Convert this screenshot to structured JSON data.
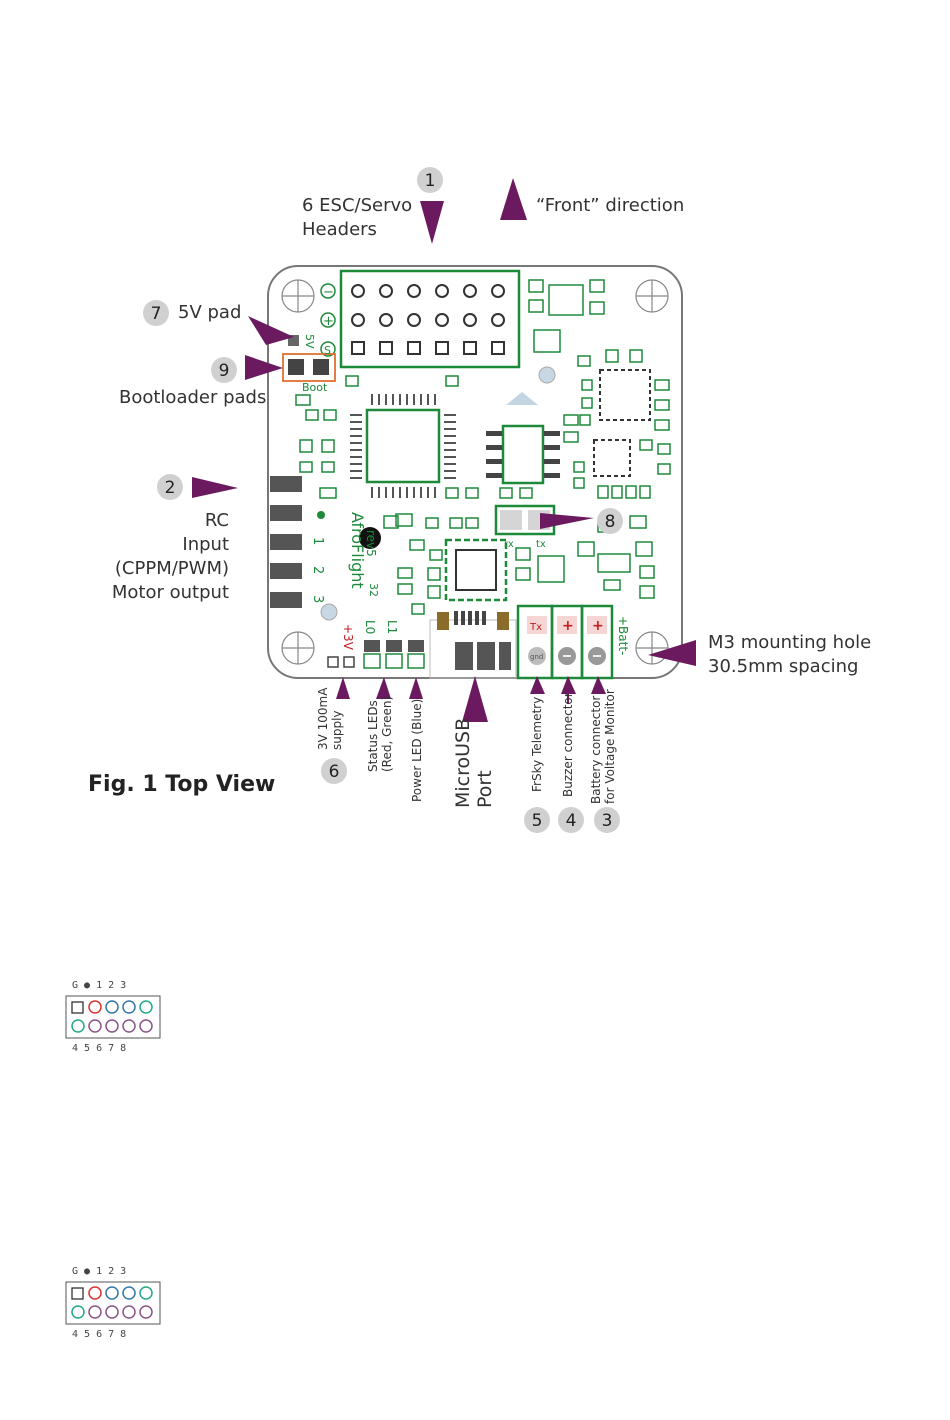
{
  "callouts": {
    "c1": {
      "number": "1",
      "label_line1": "6 ESC/Servo",
      "label_line2": "Headers"
    },
    "front": {
      "label": "“Front” direction"
    },
    "c7": {
      "number": "7",
      "label": "5V pad"
    },
    "c9": {
      "number": "9",
      "label": "Bootloader pads"
    },
    "c2": {
      "number": "2",
      "lines": [
        "RC",
        "Input",
        "(CPPM/PWM)",
        "Motor output"
      ]
    },
    "c8": {
      "number": "8"
    },
    "mount": {
      "line1": "M3 mounting hole",
      "line2": "30.5mm spacing"
    },
    "c6": {
      "number": "6",
      "line1": "3V 100mA",
      "line2": "supply"
    },
    "status_leds": {
      "line1": "Status LEDs",
      "line2": "(Red, Green)"
    },
    "power_led": {
      "label": "Power LED (Blue)"
    },
    "usb": {
      "line1": "MicroUSB",
      "line2": "Port"
    },
    "c5": {
      "number": "5",
      "label": "FrSky Telemetry"
    },
    "c4": {
      "number": "4",
      "label": "Buzzer connector"
    },
    "c3": {
      "number": "3",
      "line1": "Battery connector",
      "line2": "for Voltage Monitor"
    }
  },
  "board_text": {
    "pwr_minus": "−",
    "pwr_plus": "+",
    "pwr_s": "S",
    "five_v": "5V",
    "boot": "Boot",
    "brand": "AfroFlight",
    "rev": "rev5",
    "num32": "32",
    "rc1": "1",
    "rc2": "2",
    "rc3": "3",
    "plus3v": "+3V",
    "l0": "L0",
    "l1": "L1",
    "rx": "rx",
    "tx_small": "tx",
    "tx_pad": "Tx",
    "gnd_pad": "gnd",
    "batt": "+Batt-"
  },
  "figure": {
    "title": "Fig. 1 Top View"
  },
  "pin_legend_1": {
    "top": "G ● 1 2 3",
    "bottom": "4 5 6 7 8"
  },
  "pin_legend_2": {
    "top": "G ● 1 2 3",
    "bottom": "4 5 6 7 8"
  },
  "colors": {
    "pcb_green": "#1d8a3a",
    "arrow_purple": "#6b1a5f",
    "badge_gray": "#cfcfcf",
    "outline": "#7a7a7a"
  }
}
